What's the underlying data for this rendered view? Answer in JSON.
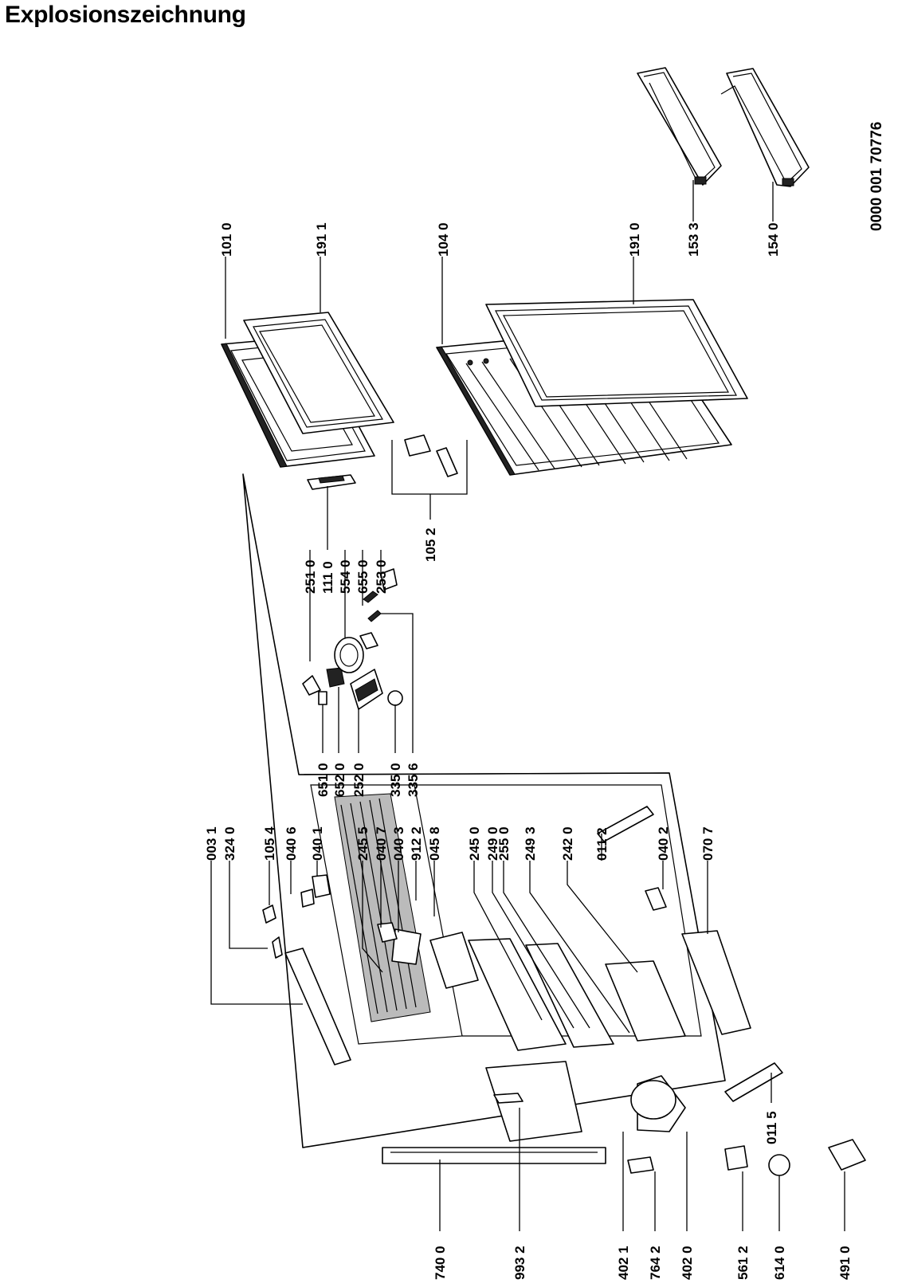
{
  "title": "Explosionszeichnung",
  "document_number": "0000  001 70776",
  "parts": {
    "top_right": [
      "101 0",
      "191 1",
      "104 0",
      "191 0",
      "153 3",
      "154 0"
    ],
    "door_group": [
      "251 0",
      "111 0",
      "554 0",
      "655 0",
      "253 0",
      "105 2"
    ],
    "control_group": [
      "651 0",
      "652 0",
      "252 0",
      "335 0",
      "335 6"
    ],
    "cabinet_top": [
      "003 1",
      "324 0",
      "105 4",
      "040 6",
      "040 1",
      "245 5",
      "040 7",
      "040 3",
      "912 2",
      "045 8",
      "245 0",
      "249 0",
      "255 0",
      "249 3",
      "242 0",
      "011 2",
      "040 2",
      "070 7"
    ],
    "cabinet_bottom": [
      "740 0",
      "993 2",
      "402 1",
      "764 2",
      "402 0",
      "561 2",
      "614 0",
      "491 0",
      "011 5"
    ]
  }
}
